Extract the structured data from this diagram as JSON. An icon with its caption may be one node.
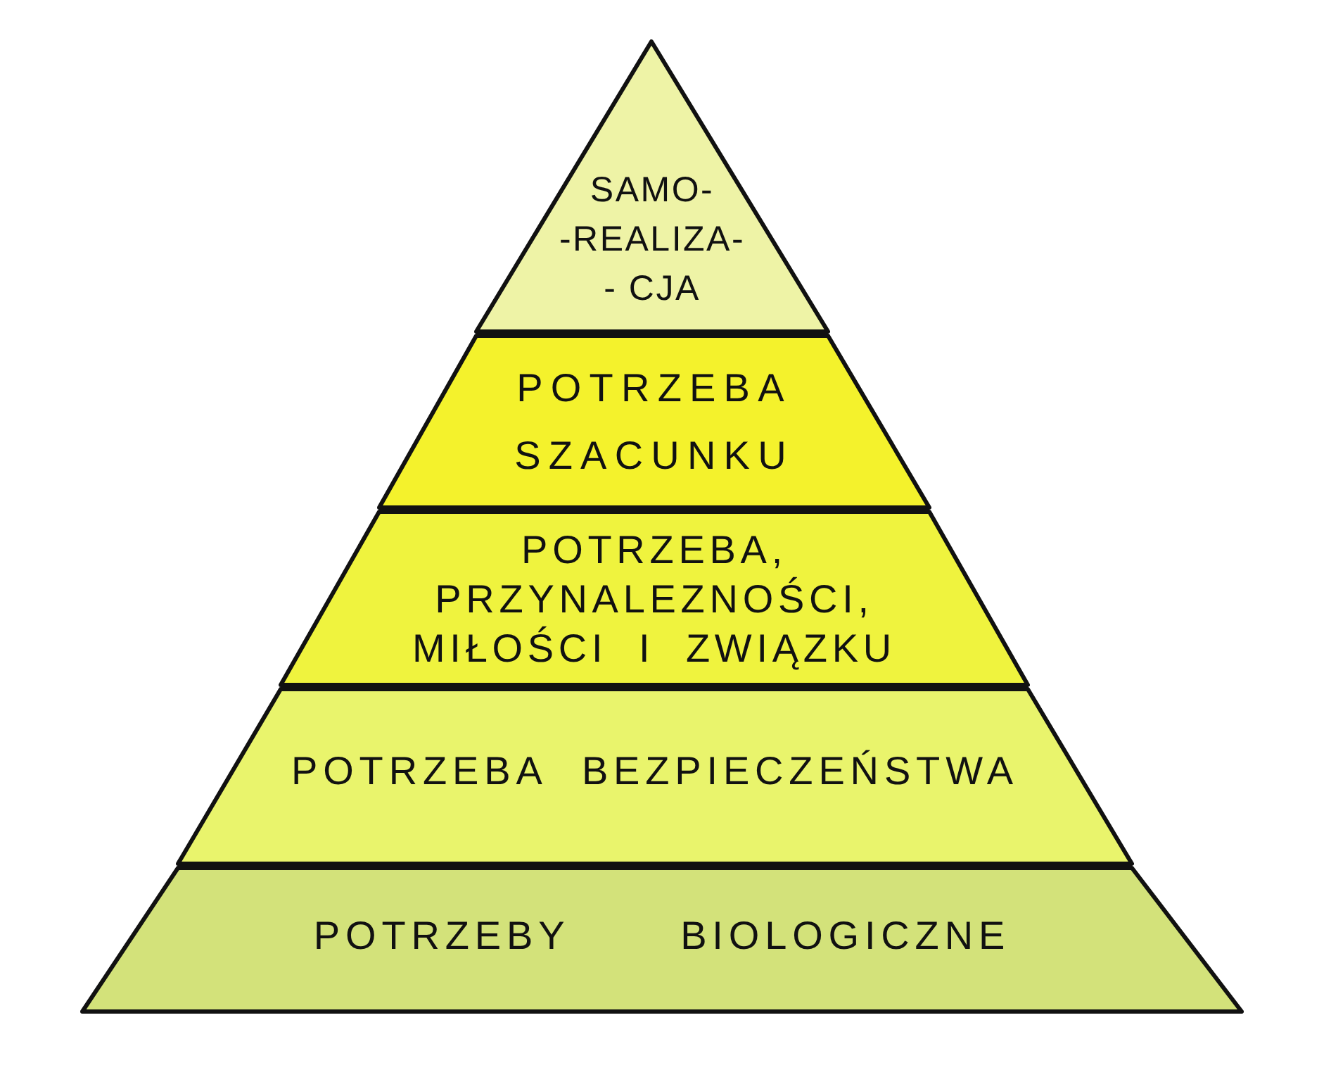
{
  "diagram": {
    "nodes": [
      {
        "text": [
          "SAMO- -REALIZA- - CJA"
        ]
      },
      {
        "text": [
          "POTRZEBA SZACUNKU"
        ]
      },
      {
        "text": [
          "POTRZEBA, PRZYNALEZNOŚCI, MIŁOŚCI I ZWIĄZKU"
        ]
      },
      {
        "text": [
          "POTRZEBA BEZPIECZEŃSTWA"
        ]
      },
      {
        "text": [
          "POTRZEBY BIOLOGICZNE"
        ]
      }
    ]
  }
}
